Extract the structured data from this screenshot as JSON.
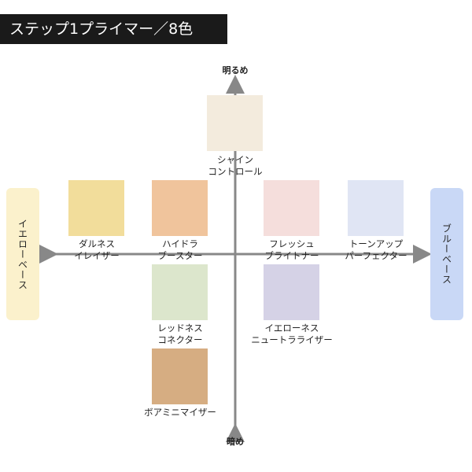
{
  "title": "ステップ1プライマー／8色",
  "axes": {
    "top": "明るめ",
    "bottom": "暗め",
    "left": "イエローベース",
    "right": "ブルーベース"
  },
  "colors": {
    "yellow_base_bg": "#fbf1cc",
    "blue_base_bg": "#c9d8f6",
    "axis": "#888888",
    "title_bg": "#1a1a1a"
  },
  "primers": [
    {
      "line1": "シャイン",
      "line2": "コントロール",
      "color": "#f3ebdd"
    },
    {
      "line1": "ダルネス",
      "line2": "イレイザー",
      "color": "#f2dd9b"
    },
    {
      "line1": "ハイドラ",
      "line2": "ブースター",
      "color": "#f0c49c"
    },
    {
      "line1": "フレッシュ",
      "line2": "ブライトナー",
      "color": "#f5dedc"
    },
    {
      "line1": "トーンアップ",
      "line2": "パーフェクター",
      "color": "#e0e5f4"
    },
    {
      "line1": "レッドネス",
      "line2": "コネクター",
      "color": "#dce6cc"
    },
    {
      "line1": "イエローネス",
      "line2": "ニュートラライザー",
      "color": "#d5d2e6"
    },
    {
      "line1": "ボアミニマイザー",
      "line2": "",
      "color": "#d6ad82"
    }
  ]
}
